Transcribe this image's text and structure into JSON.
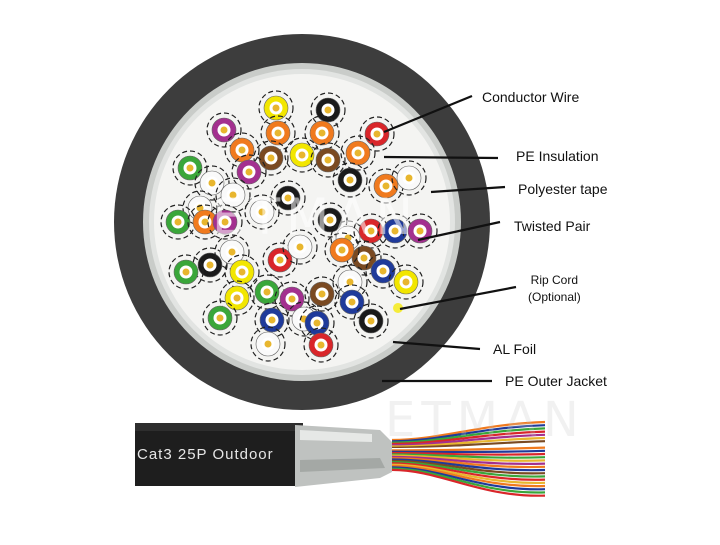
{
  "labels": {
    "conductor": "Conductor Wire",
    "insulation": "PE Insulation",
    "polyester": "Polyester tape",
    "twisted": "Twisted Pair",
    "ripcord_line1": "Rip Cord",
    "ripcord_line2": "(Optional)",
    "alfoil": "AL Foil",
    "jacket": "PE Outer Jacket"
  },
  "cable_print": "Cat3  25P  Outdoor",
  "watermark": "ETMAN",
  "colors": {
    "jacket": "#3d3d3d",
    "foil": "#c9ccc9",
    "core_bg": "#f4f4f2",
    "copper": "#e8b62e",
    "orange": "#f07a1e",
    "red": "#d9262a",
    "brown": "#7a4a22",
    "yellow": "#f2e600",
    "green": "#3aa63a",
    "purple": "#a3308f",
    "blue": "#1f3a9a",
    "black": "#1a1a1a",
    "white": "#fafafa"
  },
  "conductors": [
    "yellow",
    "black",
    "purple",
    "orange",
    "orange",
    "red",
    "orange",
    "brown",
    "yellow",
    "brown",
    "orange",
    "green",
    "white",
    "purple",
    "white",
    "white",
    "black",
    "black",
    "orange",
    "white",
    "green",
    "orange",
    "purple",
    "white",
    "black",
    "white",
    "red",
    "blue",
    "purple",
    "black",
    "white",
    "red",
    "white",
    "brown",
    "orange",
    "green",
    "yellow",
    "white",
    "blue",
    "yellow",
    "yellow",
    "green",
    "purple",
    "brown",
    "blue",
    "white",
    "green",
    "blue",
    "blue",
    "black",
    "white",
    "red"
  ]
}
